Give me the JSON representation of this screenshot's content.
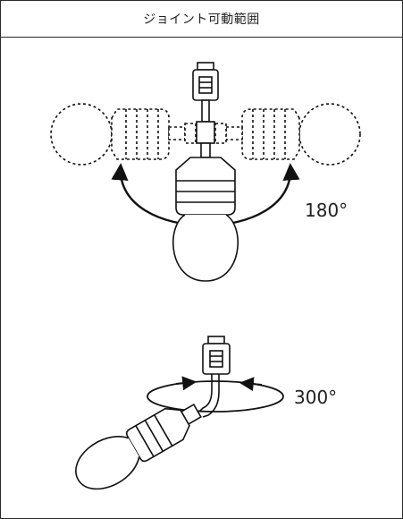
{
  "title": "ジョイント可動範囲",
  "labels": {
    "tilt_angle": "180°",
    "rotation_angle": "300°"
  },
  "colors": {
    "line": "#111111",
    "border": "#2a2a2a"
  }
}
